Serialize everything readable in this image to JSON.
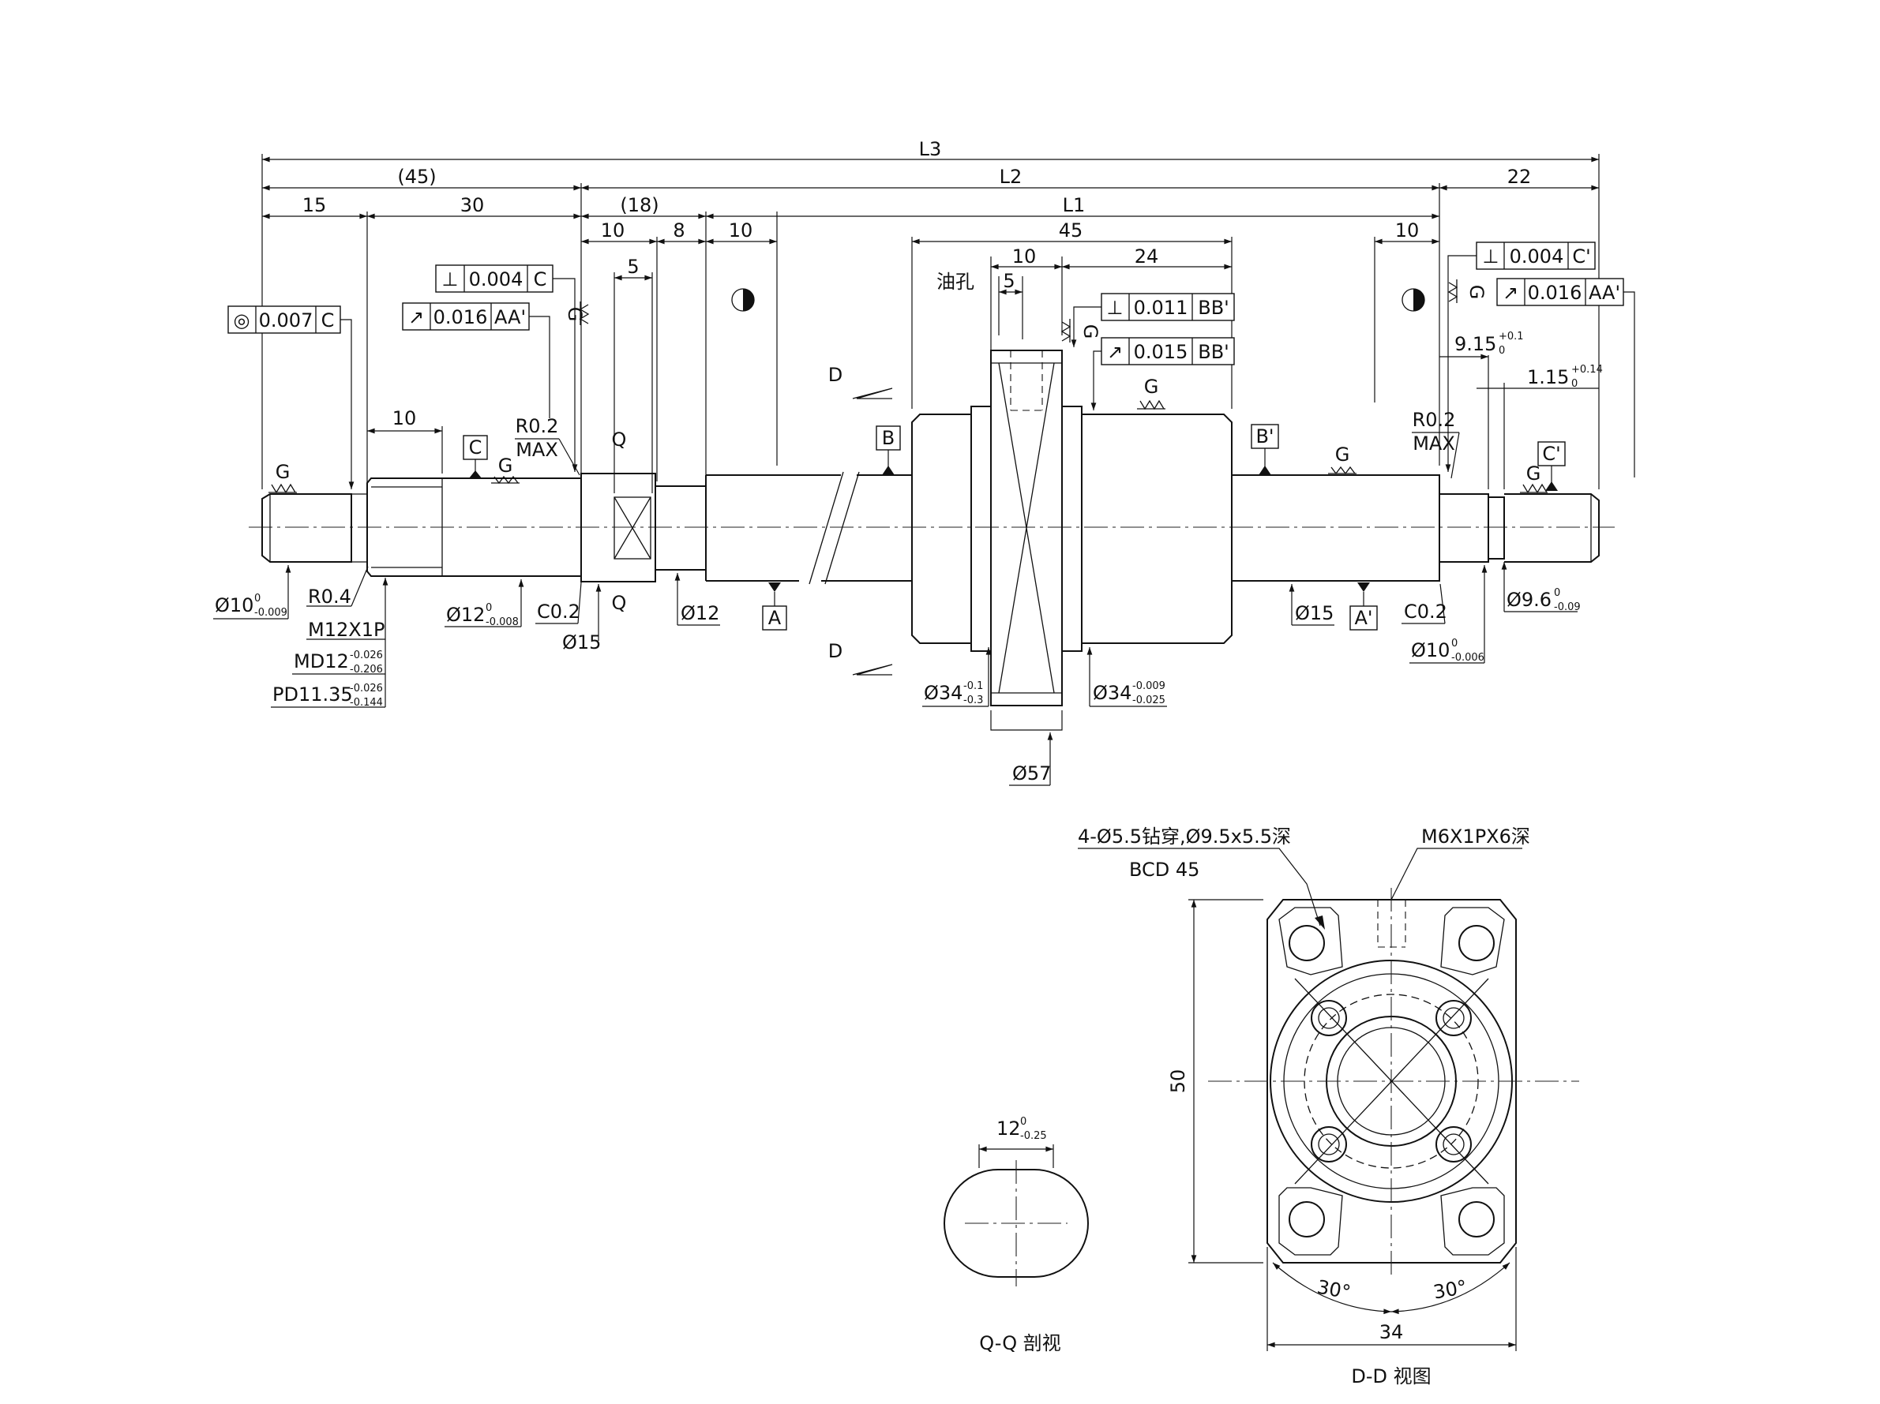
{
  "overall": {
    "l3": "L3",
    "l2": "L2",
    "l1": "L1",
    "d45": "(45)",
    "d15": "15",
    "d30": "30",
    "d18": "(18)",
    "d10a": "10",
    "d8": "8",
    "d10b": "10",
    "d45b": "45",
    "d10c": "10",
    "d24": "24",
    "d5": "5",
    "d5b": "5",
    "d22": "22",
    "d10d": "10",
    "d10e": "10"
  },
  "gdt": {
    "coax": {
      "sym": "◎",
      "val": "0.007",
      "ref": "C"
    },
    "perp_c": {
      "sym": "⊥",
      "val": "0.004",
      "ref": "C"
    },
    "runout_aa": {
      "sym": "↗",
      "val": "0.016",
      "ref": "AA'"
    },
    "perp_bb": {
      "sym": "⊥",
      "val": "0.011",
      "ref": "BB'"
    },
    "runout_bb": {
      "sym": "↗",
      "val": "0.015",
      "ref": "BB'"
    },
    "perp_c2": {
      "sym": "⊥",
      "val": "0.004",
      "ref": "C'"
    },
    "runout_aa2": {
      "sym": "↗",
      "val": "0.016",
      "ref": "AA'"
    }
  },
  "datums": {
    "a": "A",
    "a2": "A'",
    "b": "B",
    "b2": "B'",
    "c": "C",
    "c2": "C'"
  },
  "labels": {
    "g": "G",
    "oil_hole": "油孔",
    "d": "D",
    "q": "Q",
    "r02": "R0.2",
    "max": "MAX",
    "r04": "R0.4",
    "c02": "C0.2",
    "c02b": "C0.2",
    "m12": "M12X1P",
    "md12": "MD12",
    "md12_up": "-0.026",
    "md12_lo": "-0.206",
    "pd": "PD11.35",
    "pd_up": "-0.026",
    "pd_lo": "-0.144",
    "dia10": "Ø10",
    "dia10_up": "0",
    "dia10_lo": "-0.009",
    "dia12t": "Ø12",
    "dia12t_up": "0",
    "dia12t_lo": "-0.008",
    "dia15": "Ø15",
    "dia12": "Ø12",
    "dia15b": "Ø15",
    "dia34a": "Ø34",
    "dia34a_up": "-0.1",
    "dia34a_lo": "-0.3",
    "dia34b": "Ø34",
    "dia34b_up": "-0.009",
    "dia34b_lo": "-0.025",
    "dia57": "Ø57",
    "dia10b": "Ø10",
    "dia10b_up": "0",
    "dia10b_lo": "-0.006",
    "dia96": "Ø9.6",
    "dia96_up": "0",
    "dia96_lo": "-0.09",
    "g915": "9.15",
    "g915_up": "+0.1",
    "g915_lo": "0",
    "g115": "1.15",
    "g115_up": "+0.14",
    "g115_lo": "0"
  },
  "section_qq": {
    "width": "12",
    "width_up": "0",
    "width_lo": "-0.25",
    "caption": "Q-Q 剖视"
  },
  "view_dd": {
    "holes": "4-Ø5.5钻穿,Ø9.5x5.5深",
    "bcd": "BCD 45",
    "tap": "M6X1PX6深",
    "height": "50",
    "width": "34",
    "angle_l": "30°",
    "angle_r": "30°",
    "caption": "D-D 视图"
  }
}
